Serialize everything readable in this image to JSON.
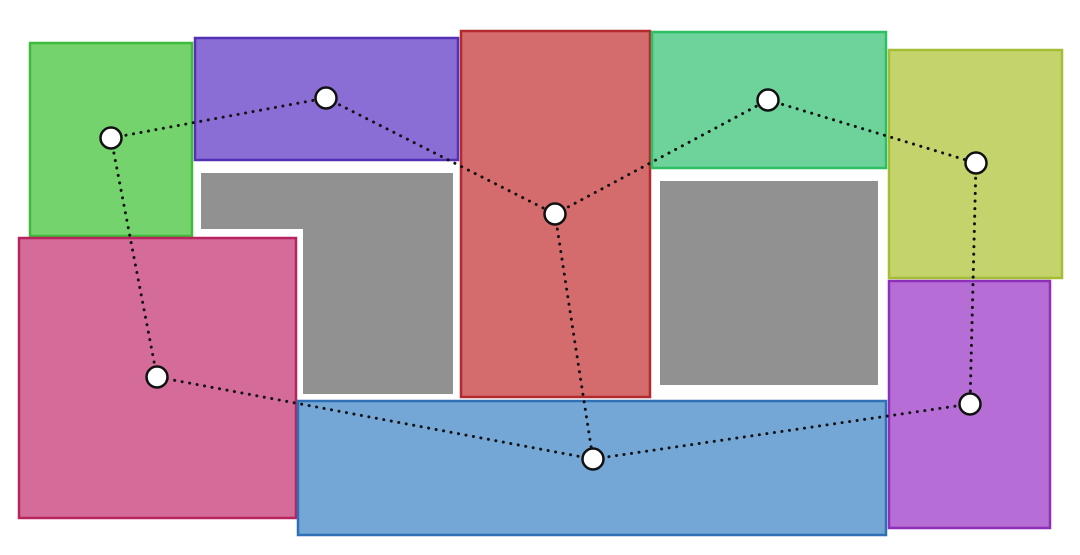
{
  "diagram": {
    "background": "#ffffff",
    "gap_fill": "#919191",
    "edge_style": {
      "color": "#111111",
      "pattern": "dotted"
    },
    "node_style": {
      "fill": "#ffffff",
      "stroke": "#111111"
    },
    "regions": [
      {
        "id": "green",
        "fill": "#74d36c",
        "stroke": "#3fba3a"
      },
      {
        "id": "purple",
        "fill": "#8b6dd6",
        "stroke": "#5330b4"
      },
      {
        "id": "red",
        "fill": "#d46b6d",
        "stroke": "#b22a2e"
      },
      {
        "id": "teal",
        "fill": "#6dd39b",
        "stroke": "#2dbf62"
      },
      {
        "id": "olive",
        "fill": "#c4d36c",
        "stroke": "#a4bd35"
      },
      {
        "id": "pink",
        "fill": "#d46b98",
        "stroke": "#b8245e"
      },
      {
        "id": "blue",
        "fill": "#74a7d6",
        "stroke": "#2f6fb3"
      },
      {
        "id": "violet",
        "fill": "#b76dd6",
        "stroke": "#8d2fb8"
      }
    ],
    "adjacency": [
      [
        "green",
        "purple"
      ],
      [
        "purple",
        "red"
      ],
      [
        "red",
        "teal"
      ],
      [
        "teal",
        "olive"
      ],
      [
        "olive",
        "violet"
      ],
      [
        "violet",
        "blue"
      ],
      [
        "blue",
        "pink"
      ],
      [
        "pink",
        "green"
      ],
      [
        "red",
        "blue"
      ]
    ]
  }
}
